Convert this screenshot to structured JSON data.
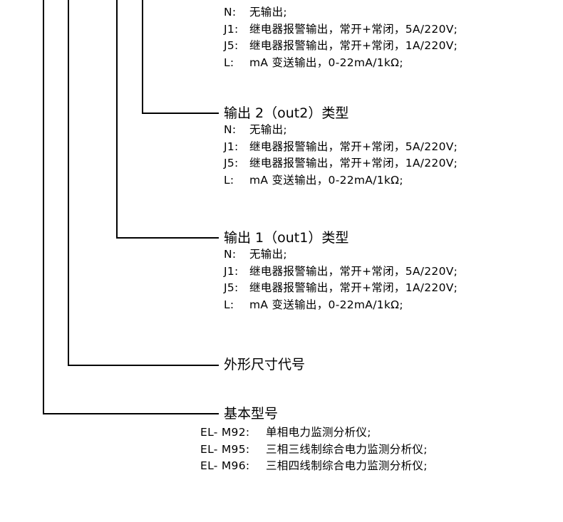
{
  "sections": [
    {
      "id": "out3",
      "title": "",
      "options": [
        {
          "code": "N:",
          "desc": "无输出;"
        },
        {
          "code": "J1:",
          "desc": "继电器报警输出，常开+常闭，5A/220V;"
        },
        {
          "code": "J5:",
          "desc": "继电器报警输出，常开+常闭，1A/220V;"
        },
        {
          "code": "L:",
          "desc": "mA 变送输出，0-22mA/1kΩ;"
        }
      ]
    },
    {
      "id": "out2",
      "title": "输出 2（out2）类型",
      "options": [
        {
          "code": "N:",
          "desc": "无输出;"
        },
        {
          "code": "J1:",
          "desc": "继电器报警输出，常开+常闭，5A/220V;"
        },
        {
          "code": "J5:",
          "desc": "继电器报警输出，常开+常闭，1A/220V;"
        },
        {
          "code": "L:",
          "desc": "mA 变送输出，0-22mA/1kΩ;"
        }
      ]
    },
    {
      "id": "out1",
      "title": "输出 1（out1）类型",
      "options": [
        {
          "code": "N:",
          "desc": "无输出;"
        },
        {
          "code": "J1:",
          "desc": "继电器报警输出，常开+常闭，5A/220V;"
        },
        {
          "code": "J5:",
          "desc": "继电器报警输出，常开+常闭，1A/220V;"
        },
        {
          "code": "L:",
          "desc": "mA 变送输出，0-22mA/1kΩ;"
        }
      ]
    }
  ],
  "size_label": "外形尺寸代号",
  "base_model": {
    "title": "基本型号",
    "models": [
      {
        "code": "EL- M92:",
        "desc": "单相电力监测分析仪;"
      },
      {
        "code": "EL- M95:",
        "desc": "三相三线制综合电力监测分析仪;"
      },
      {
        "code": "EL- M96:",
        "desc": "三相四线制综合电力监测分析仪;"
      }
    ]
  }
}
